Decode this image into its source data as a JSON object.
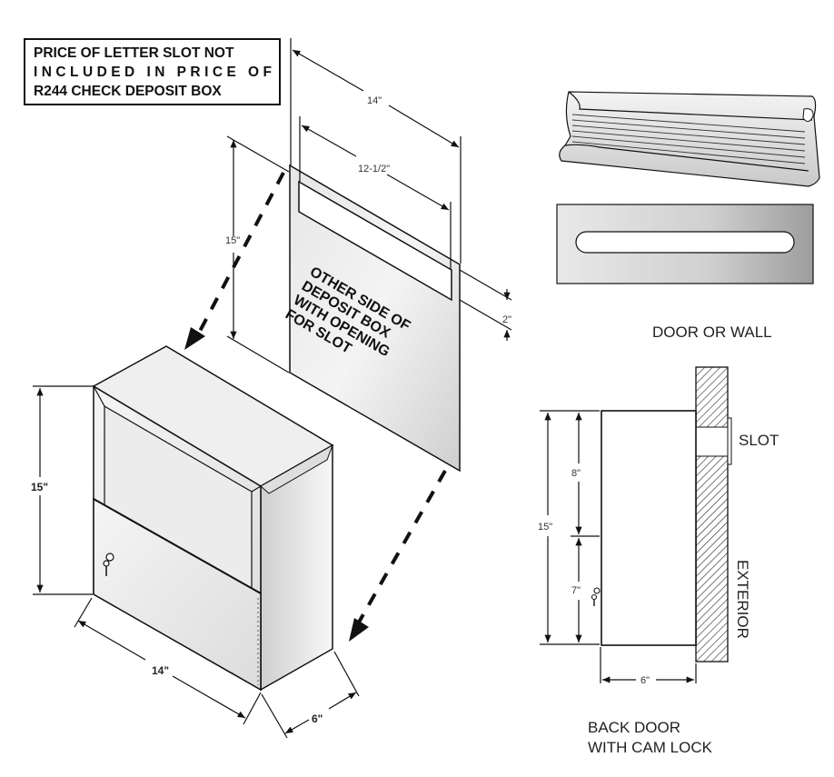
{
  "notice": {
    "lines": [
      "PRICE OF LETTER SLOT NOT",
      "INCLUDED  IN  PRICE  OF",
      "R244 CHECK DEPOSIT BOX"
    ]
  },
  "panel": {
    "lines": [
      "OTHER SIDE OF",
      "DEPOSIT BOX",
      "WITH OPENING",
      "FOR SLOT"
    ],
    "dims": {
      "overall_width": "14\"",
      "slot_width": "12-1/2\"",
      "height": "15\"",
      "slot_height": "2\""
    }
  },
  "box_iso": {
    "dims": {
      "height": "15\"",
      "width": "14\"",
      "depth": "6\""
    }
  },
  "slot_hardware": {
    "label": "DOOR OR WALL"
  },
  "side_section": {
    "slot_label": "SLOT",
    "exterior_label": "EXTERIOR",
    "caption_lines": [
      "BACK DOOR",
      "WITH CAM LOCK"
    ],
    "dims": {
      "total_height": "15\"",
      "upper": "8\"",
      "lower": "7\"",
      "depth": "6\""
    }
  },
  "colors": {
    "metal_light": "#f2f2f2",
    "metal_mid": "#d9d9d9",
    "metal_dark": "#a8a8a8",
    "line": "#111111"
  }
}
